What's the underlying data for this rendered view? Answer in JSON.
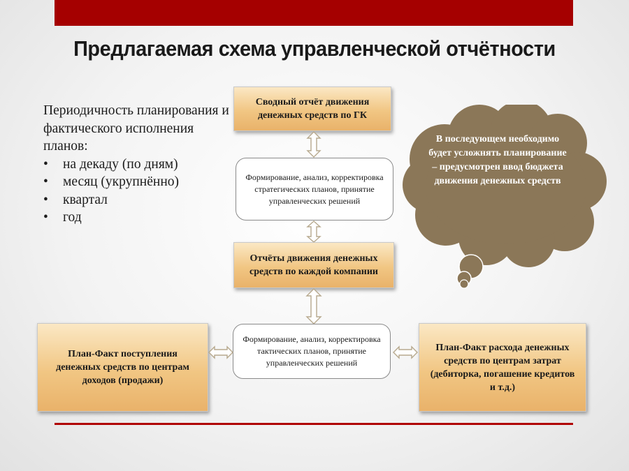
{
  "slide": {
    "title": "Предлагаемая схема управленческой отчётности",
    "accent_color": "#a50000"
  },
  "periods": {
    "intro": "Периодичность планирования и фактического исполнения планов:",
    "items": [
      "на декаду (по дням)",
      "месяц (укрупнённо)",
      "квартал",
      "год"
    ]
  },
  "boxes": {
    "summary_report": "Сводный отчёт движения денежных средств по ГК",
    "strategic": "Формирование, анализ, корректировка стратегических планов, принятие управленческих решений",
    "company_reports": "Отчёты движения денежных средств по каждой компании",
    "tactical": "Формирование, анализ, корректировка тактических планов, принятие управленческих решений",
    "income_plan_fact": "План-Факт поступления денежных средств по центрам доходов (продажи)",
    "expense_plan_fact": "План-Факт расхода денежных средств по центрам затрат (дебиторка, погашение кредитов и т.д.)"
  },
  "note": {
    "text": "В последующем необходимо будет усложнять планирование – предусмотрен ввод бюджета движения денежных средств",
    "color": "#8b7758"
  }
}
